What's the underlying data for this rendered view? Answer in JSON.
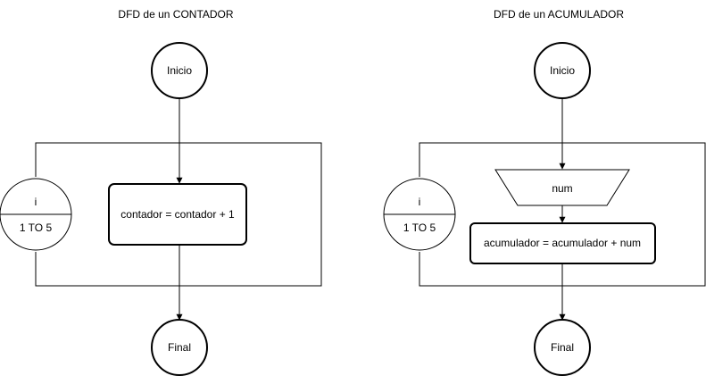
{
  "left": {
    "title": "DFD de un CONTADOR",
    "start": "Inicio",
    "loop_var": "i",
    "loop_range": "1 TO 5",
    "process": "contador = contador + 1",
    "end": "Final"
  },
  "right": {
    "title": "DFD de un ACUMULADOR",
    "start": "Inicio",
    "loop_var": "i",
    "loop_range": "1 TO 5",
    "input": "num",
    "process": "acumulador = acumulador + num",
    "end": "Final"
  }
}
